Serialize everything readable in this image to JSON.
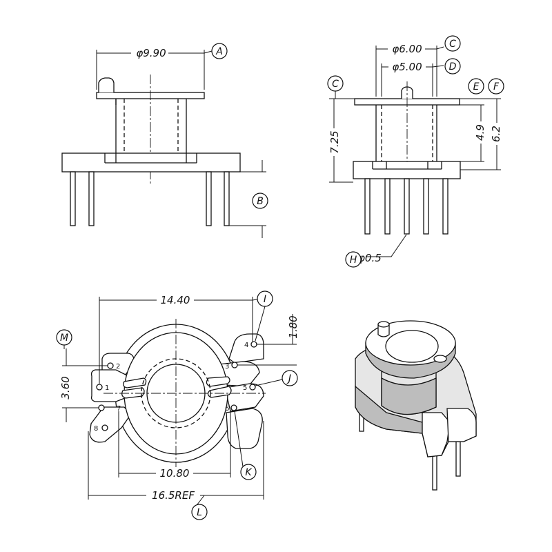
{
  "dimensions": {
    "width_top": "φ9.90",
    "outer_dia": "φ6.00",
    "inner_dia": "φ5.00",
    "height_total": "7.25",
    "height_49": "4.9",
    "height_62": "6.2",
    "pin_dia": "φ0.5",
    "width_bottom": "14.40",
    "pin_pitch_v": "1.80",
    "pin_span": "3.60",
    "inner_span": "10.80",
    "overall": "16.5REF"
  },
  "callouts": {
    "A": "A",
    "B": "B",
    "C": "C",
    "D": "D",
    "E": "E",
    "F": "F",
    "H": "H",
    "I": "I",
    "J": "J",
    "K": "K",
    "L": "L",
    "M": "M"
  },
  "pins": [
    "1",
    "2",
    "3",
    "4",
    "5",
    "6",
    "7",
    "8"
  ]
}
